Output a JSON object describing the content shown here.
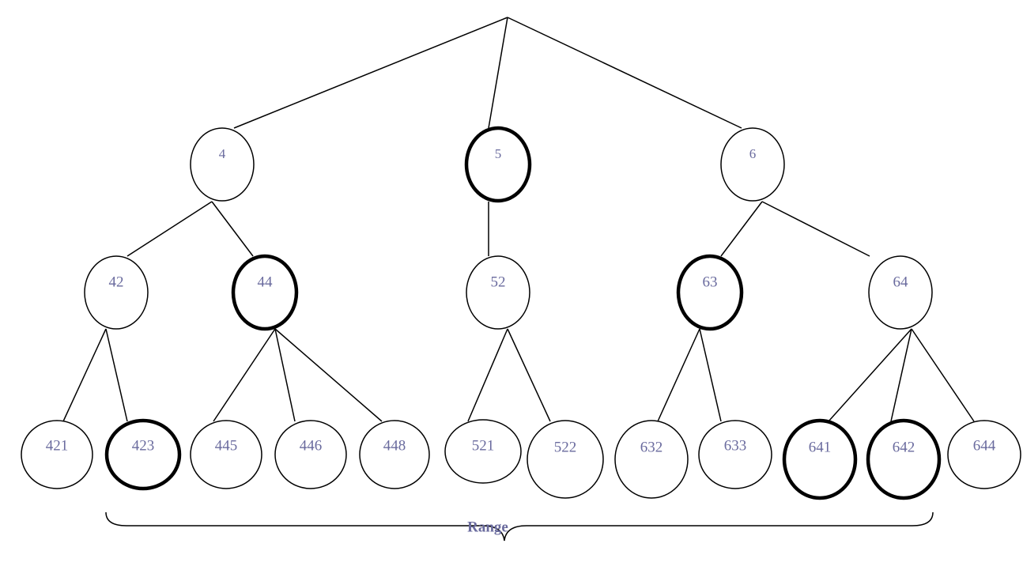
{
  "colors": {
    "label": "#6a6b9e",
    "stroke": "#000000",
    "background": "#ffffff"
  },
  "nodes": [
    {
      "id": "4",
      "label": "4",
      "emphasized": false
    },
    {
      "id": "5",
      "label": "5",
      "emphasized": true
    },
    {
      "id": "6",
      "label": "6",
      "emphasized": false
    },
    {
      "id": "42",
      "label": "42",
      "emphasized": false
    },
    {
      "id": "44",
      "label": "44",
      "emphasized": true
    },
    {
      "id": "52",
      "label": "52",
      "emphasized": false
    },
    {
      "id": "63",
      "label": "63",
      "emphasized": true
    },
    {
      "id": "64",
      "label": "64",
      "emphasized": false
    },
    {
      "id": "421",
      "label": "421",
      "emphasized": false
    },
    {
      "id": "423",
      "label": "423",
      "emphasized": true
    },
    {
      "id": "445",
      "label": "445",
      "emphasized": false
    },
    {
      "id": "446",
      "label": "446",
      "emphasized": false
    },
    {
      "id": "448",
      "label": "448",
      "emphasized": false
    },
    {
      "id": "521",
      "label": "521",
      "emphasized": false
    },
    {
      "id": "522",
      "label": "522",
      "emphasized": false
    },
    {
      "id": "632",
      "label": "632",
      "emphasized": false
    },
    {
      "id": "633",
      "label": "633",
      "emphasized": false
    },
    {
      "id": "641",
      "label": "641",
      "emphasized": true
    },
    {
      "id": "642",
      "label": "642",
      "emphasized": true
    },
    {
      "id": "644",
      "label": "644",
      "emphasized": false
    }
  ],
  "edges": [
    [
      "root",
      "4"
    ],
    [
      "root",
      "5"
    ],
    [
      "root",
      "6"
    ],
    [
      "4",
      "42"
    ],
    [
      "4",
      "44"
    ],
    [
      "5",
      "52"
    ],
    [
      "6",
      "63"
    ],
    [
      "6",
      "64"
    ],
    [
      "42",
      "421"
    ],
    [
      "42",
      "423"
    ],
    [
      "44",
      "445"
    ],
    [
      "44",
      "446"
    ],
    [
      "44",
      "448"
    ],
    [
      "52",
      "521"
    ],
    [
      "52",
      "522"
    ],
    [
      "63",
      "632"
    ],
    [
      "63",
      "633"
    ],
    [
      "64",
      "641"
    ],
    [
      "64",
      "642"
    ],
    [
      "64",
      "644"
    ]
  ],
  "range": {
    "label": "Range"
  }
}
